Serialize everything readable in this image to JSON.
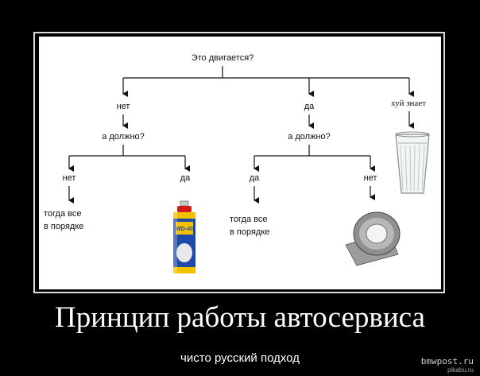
{
  "diagram": {
    "root": "Это двигается?",
    "branch_no": "нет",
    "branch_yes": "да",
    "branch_dunno": "хуй знает",
    "should_left": "а должно?",
    "should_right": "а должно?",
    "ll_no": "нет",
    "lr_yes": "да",
    "rl_yes": "да",
    "rr_no": "нет",
    "ok_left_1": "тогда все",
    "ok_left_2": "в порядке",
    "ok_right_1": "тогда все",
    "ok_right_2": "в порядке",
    "can_brand": "WD-40"
  },
  "caption": {
    "title": "Принцип работы автосервиса",
    "subtitle": "чисто русский подход"
  },
  "watermark": {
    "site": "bmwpost.ru",
    "site2": "pikabu.ru"
  }
}
